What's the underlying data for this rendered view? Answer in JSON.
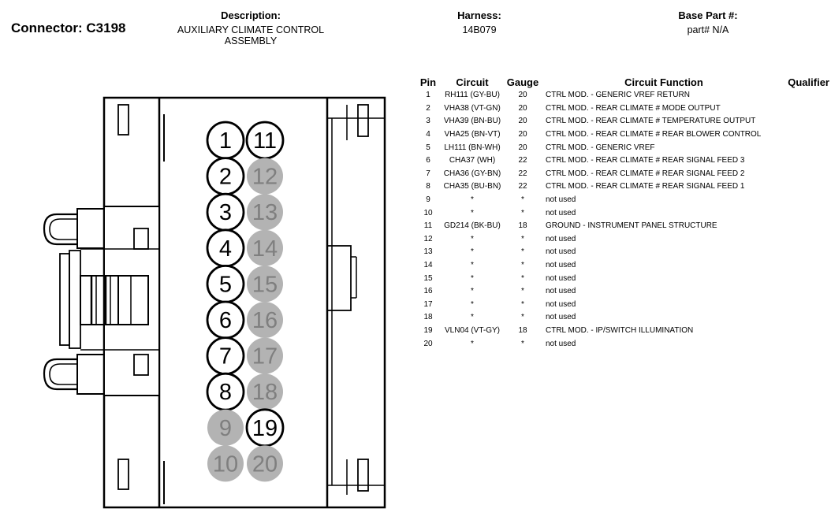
{
  "header": {
    "connector": "Connector: C3198",
    "description_label": "Description:",
    "description_value": "AUXILIARY CLIMATE CONTROL ASSEMBLY",
    "harness_label": "Harness:",
    "harness_value": "14B079",
    "base_part_label": "Base Part #:",
    "base_part_value": "part# N/A"
  },
  "table": {
    "columns": [
      "Pin",
      "Circuit",
      "Gauge",
      "Circuit Function",
      "Qualifier"
    ],
    "rows": [
      {
        "pin": "1",
        "circuit": "RH111 (GY-BU)",
        "gauge": "20",
        "function": "CTRL MOD. - GENERIC VREF RETURN",
        "qualifier": ""
      },
      {
        "pin": "2",
        "circuit": "VHA38 (VT-GN)",
        "gauge": "20",
        "function": "CTRL MOD. - REAR CLIMATE # MODE OUTPUT",
        "qualifier": ""
      },
      {
        "pin": "3",
        "circuit": "VHA39 (BN-BU)",
        "gauge": "20",
        "function": "CTRL MOD. - REAR CLIMATE # TEMPERATURE OUTPUT",
        "qualifier": ""
      },
      {
        "pin": "4",
        "circuit": "VHA25 (BN-VT)",
        "gauge": "20",
        "function": "CTRL MOD. - REAR CLIMATE # REAR BLOWER CONTROL",
        "qualifier": ""
      },
      {
        "pin": "5",
        "circuit": "LH111 (BN-WH)",
        "gauge": "20",
        "function": "CTRL MOD. - GENERIC VREF",
        "qualifier": ""
      },
      {
        "pin": "6",
        "circuit": "CHA37 (WH)",
        "gauge": "22",
        "function": "CTRL MOD. - REAR CLIMATE # REAR SIGNAL FEED 3",
        "qualifier": ""
      },
      {
        "pin": "7",
        "circuit": "CHA36 (GY-BN)",
        "gauge": "22",
        "function": "CTRL MOD. - REAR CLIMATE # REAR SIGNAL FEED 2",
        "qualifier": ""
      },
      {
        "pin": "8",
        "circuit": "CHA35 (BU-BN)",
        "gauge": "22",
        "function": "CTRL MOD. - REAR CLIMATE # REAR SIGNAL FEED 1",
        "qualifier": ""
      },
      {
        "pin": "9",
        "circuit": "*",
        "gauge": "*",
        "function": "not used",
        "qualifier": ""
      },
      {
        "pin": "10",
        "circuit": "*",
        "gauge": "*",
        "function": "not used",
        "qualifier": ""
      },
      {
        "pin": "11",
        "circuit": "GD214 (BK-BU)",
        "gauge": "18",
        "function": "GROUND - INSTRUMENT PANEL STRUCTURE",
        "qualifier": ""
      },
      {
        "pin": "12",
        "circuit": "*",
        "gauge": "*",
        "function": "not used",
        "qualifier": ""
      },
      {
        "pin": "13",
        "circuit": "*",
        "gauge": "*",
        "function": "not used",
        "qualifier": ""
      },
      {
        "pin": "14",
        "circuit": "*",
        "gauge": "*",
        "function": "not used",
        "qualifier": ""
      },
      {
        "pin": "15",
        "circuit": "*",
        "gauge": "*",
        "function": "not used",
        "qualifier": ""
      },
      {
        "pin": "16",
        "circuit": "*",
        "gauge": "*",
        "function": "not used",
        "qualifier": ""
      },
      {
        "pin": "17",
        "circuit": "*",
        "gauge": "*",
        "function": "not used",
        "qualifier": ""
      },
      {
        "pin": "18",
        "circuit": "*",
        "gauge": "*",
        "function": "not used",
        "qualifier": ""
      },
      {
        "pin": "19",
        "circuit": "VLN04 (VT-GY)",
        "gauge": "18",
        "function": "CTRL MOD. - IP/SWITCH ILLUMINATION",
        "qualifier": ""
      },
      {
        "pin": "20",
        "circuit": "*",
        "gauge": "*",
        "function": "not used",
        "qualifier": ""
      }
    ]
  },
  "diagram": {
    "used_fill": "#ffffff",
    "unused_fill": "#b3b3b3",
    "unused_text": "#7f7f7f",
    "pins": [
      {
        "label": "1",
        "used": true
      },
      {
        "label": "11",
        "used": true
      },
      {
        "label": "2",
        "used": true
      },
      {
        "label": "12",
        "used": false
      },
      {
        "label": "3",
        "used": true
      },
      {
        "label": "13",
        "used": false
      },
      {
        "label": "4",
        "used": true
      },
      {
        "label": "14",
        "used": false
      },
      {
        "label": "5",
        "used": true
      },
      {
        "label": "15",
        "used": false
      },
      {
        "label": "6",
        "used": true
      },
      {
        "label": "16",
        "used": false
      },
      {
        "label": "7",
        "used": true
      },
      {
        "label": "17",
        "used": false
      },
      {
        "label": "8",
        "used": true
      },
      {
        "label": "18",
        "used": false
      },
      {
        "label": "9",
        "used": false
      },
      {
        "label": "19",
        "used": true
      },
      {
        "label": "10",
        "used": false
      },
      {
        "label": "20",
        "used": false
      }
    ]
  }
}
